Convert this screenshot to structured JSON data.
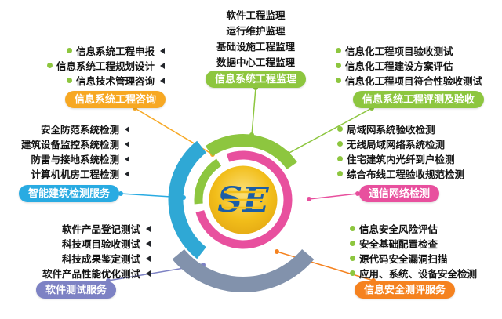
{
  "colors": {
    "green": "#8DC63F",
    "orange": "#F7A823",
    "deep_orange": "#F5821F",
    "cyan": "#29ABE2",
    "pink": "#E8509E",
    "purple_blue": "#7D82C4",
    "slate_arc": "#8292AC",
    "logo_gold": "#F2BE1A",
    "logo_blue": "#1A5DA6",
    "item_text": "#141414"
  },
  "logo": {
    "text": "SE"
  },
  "groups": [
    {
      "id": "consulting",
      "label": "信息系统工程咨询",
      "color": "#F7A823",
      "items": [
        "信息系统工程申报",
        "信息系统工程规划设计",
        "信息技术管理咨询"
      ]
    },
    {
      "id": "supervision",
      "label": "信息系统工程监理",
      "color": "#8DC63F",
      "items": [
        "软件工程监理",
        "运行维护监理",
        "基础设施工程监理",
        "数据中心工程监理"
      ]
    },
    {
      "id": "evaluation",
      "label": "信息系统工程评测及验收",
      "color": "#8DC63F",
      "items": [
        "信息化工程项目验收测试",
        "信息化工程建设方案评估",
        "信息化工程项目符合性验收测试"
      ]
    },
    {
      "id": "building",
      "label": "智能建筑检测服务",
      "color": "#29ABE2",
      "items": [
        "安全防范系统检测",
        "建筑设备监控系统检测",
        "防雷与接地系统检测",
        "计算机机房工程检测"
      ]
    },
    {
      "id": "network",
      "label": "通信网络检测",
      "color": "#E8509E",
      "items": [
        "局域网系统验收检测",
        "无线局域网络系统检测",
        "住宅建筑内光纤到户检测",
        "综合布线工程验收规范检测"
      ]
    },
    {
      "id": "software",
      "label": "软件测试服务",
      "color": "#7D82C4",
      "items": [
        "软件产品登记测试",
        "科技项目验收测试",
        "科技成果鉴定测试",
        "软件产品性能优化测试"
      ]
    },
    {
      "id": "security",
      "label": "信息安全测评服务",
      "color": "#F5821F",
      "items": [
        "信息安全风险评估",
        "安全基础配置检查",
        "源代码安全漏洞扫描",
        "应用、系统、设备安全检测"
      ]
    }
  ]
}
